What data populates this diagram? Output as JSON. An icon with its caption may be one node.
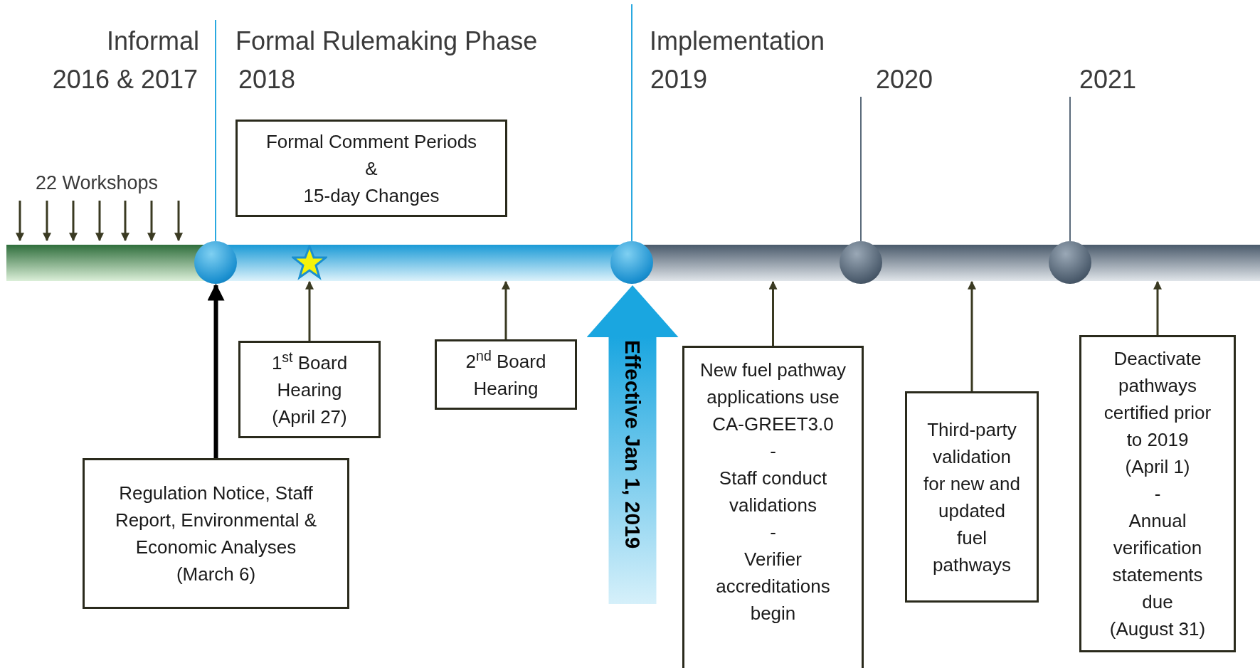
{
  "diagram": {
    "nodes": [
      {
        "text": [
          "Formal Comment Periods",
          "&",
          "15-day Changes"
        ]
      },
      {
        "text": [],
        "shape": "circle"
      },
      {
        "text": [],
        "shape": "star"
      },
      {
        "text": [],
        "shape": "circle"
      },
      {
        "text": [],
        "shape": "circle"
      },
      {
        "text": [],
        "shape": "circle"
      },
      {
        "text": [
          "1$^{st}$ Board Hearing",
          "(April 27)"
        ]
      },
      {
        "text": [
          "2$^{nd}$ Board Hearing"
        ]
      },
      {
        "text": [
          "New fuel pathway applications use CA-GREET3.0",
          "-",
          "Staff conduct validations",
          "-",
          "Verifier accreditations begin"
        ]
      },
      {
        "text": [
          "Third-party validation for new and updated fuel pathways"
        ]
      },
      {
        "text": [
          "Deactivate pathways certified prior to 2019",
          "(April 1)",
          "-",
          "Annual verification statements due",
          "(August 31)"
        ]
      },
      {
        "text": [
          "Regulation Notice, Staff Report, Environmental & Economic Analyses",
          "(March 6)"
        ]
      }
    ],
    "edges": [
      {
        "from": 11,
        "to": 1,
        "arrow": "to",
        "style": "thick",
        "color": "#000000"
      },
      {
        "from": 6,
        "to": 2,
        "arrow": "to"
      },
      {
        "from": 7,
        "to": null,
        "arrow": "to"
      },
      {
        "from": null,
        "to": 3,
        "arrow": "to",
        "label": "Effective Jan 1, 2019",
        "style": "thick",
        "color": "#1aa6e0"
      },
      {
        "from": 8,
        "to": null,
        "arrow": "to"
      },
      {
        "from": 9,
        "to": null,
        "arrow": "to"
      },
      {
        "from": 10,
        "to": null,
        "arrow": "to"
      }
    ],
    "labels": [
      "Informal",
      "2016 & 2017",
      "Formal Rulemaking Phase",
      "2018",
      "Implementation",
      "2019",
      "2020",
      "2021",
      "22 Workshops"
    ]
  }
}
